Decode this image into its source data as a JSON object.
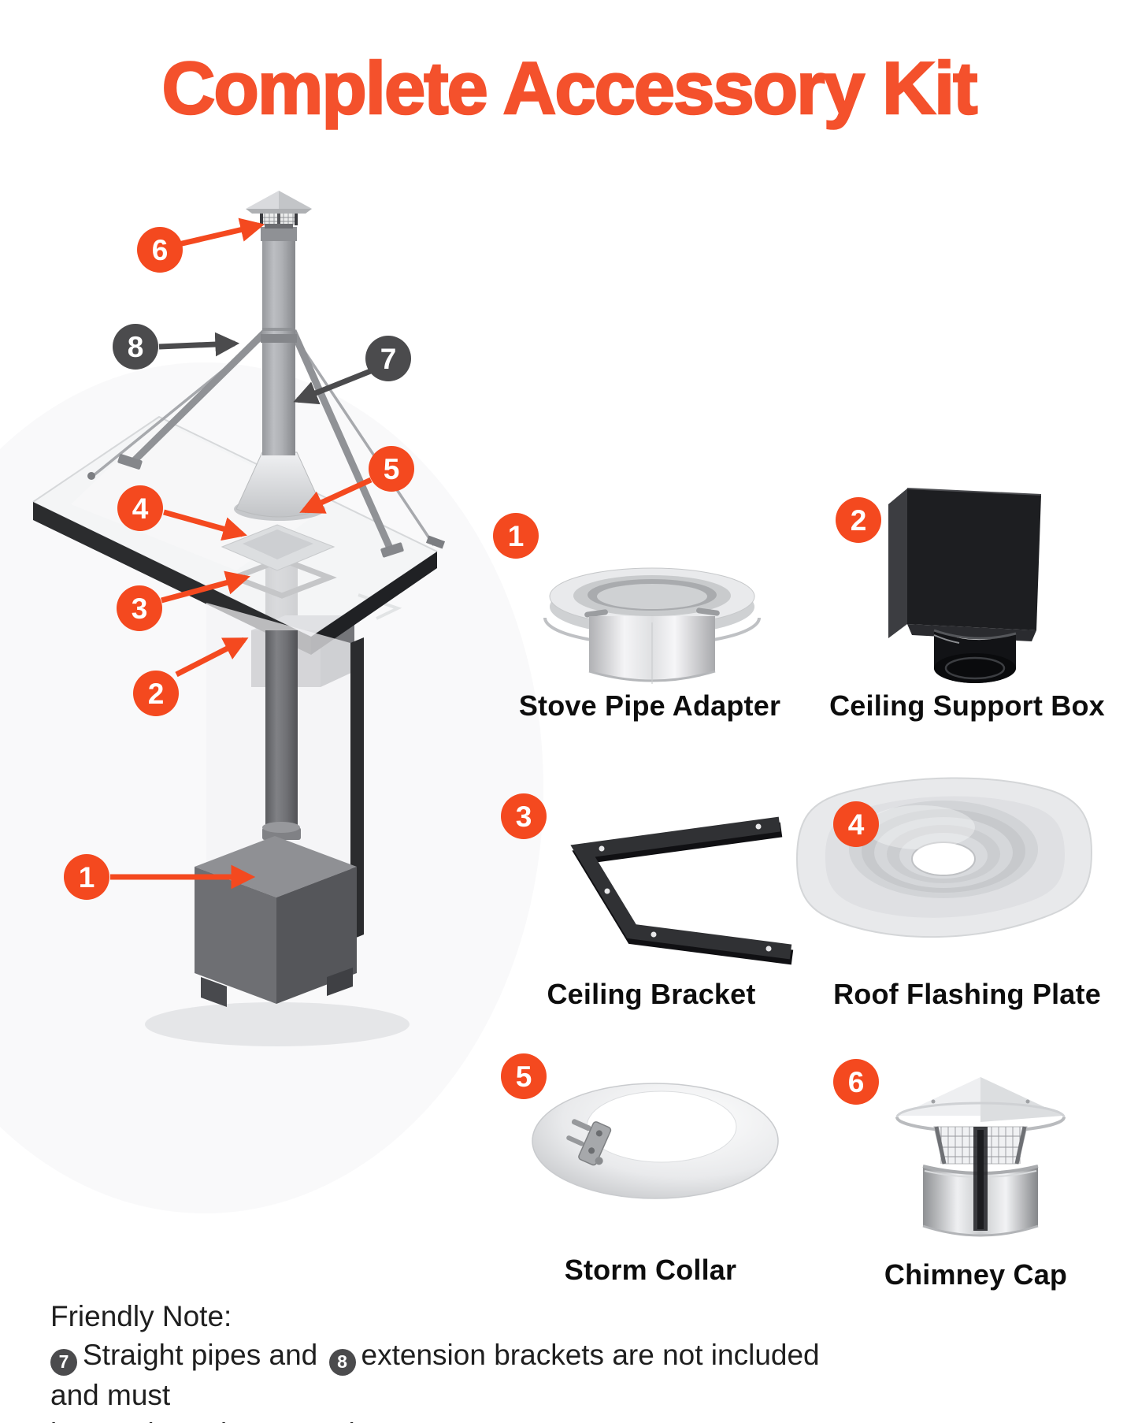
{
  "title": {
    "text": "Complete Accessory Kit"
  },
  "colors": {
    "title_orange": "#F4512C",
    "accent_orange": "#F4491F",
    "badge_dark": "#4B4B4D",
    "label_black": "#0d0d0d"
  },
  "diagram": {
    "description": "isometric-installation-diagram",
    "callouts": [
      {
        "number": "1",
        "variant": "orange"
      },
      {
        "number": "2",
        "variant": "orange"
      },
      {
        "number": "3",
        "variant": "orange"
      },
      {
        "number": "4",
        "variant": "orange"
      },
      {
        "number": "5",
        "variant": "orange"
      },
      {
        "number": "6",
        "variant": "orange"
      },
      {
        "number": "7",
        "variant": "dark"
      },
      {
        "number": "8",
        "variant": "dark"
      }
    ]
  },
  "products": [
    {
      "number": "1",
      "name": "Stove Pipe Adapter",
      "icon": "stove-pipe-adapter-icon"
    },
    {
      "number": "2",
      "name": "Ceiling Support Box",
      "icon": "ceiling-support-box-icon"
    },
    {
      "number": "3",
      "name": "Ceiling Bracket",
      "icon": "ceiling-bracket-icon"
    },
    {
      "number": "4",
      "name": "Roof Flashing Plate",
      "icon": "roof-flashing-plate-icon"
    },
    {
      "number": "5",
      "name": "Storm Collar",
      "icon": "storm-collar-icon"
    },
    {
      "number": "6",
      "name": "Chimney Cap",
      "icon": "chimney-cap-icon"
    }
  ],
  "note": {
    "heading": "Friendly Note:",
    "badge7": "7",
    "seg1": "Straight pipes and",
    "badge8": "8",
    "seg2": "extension brackets are not included and must",
    "line2": "be purchased separately."
  }
}
